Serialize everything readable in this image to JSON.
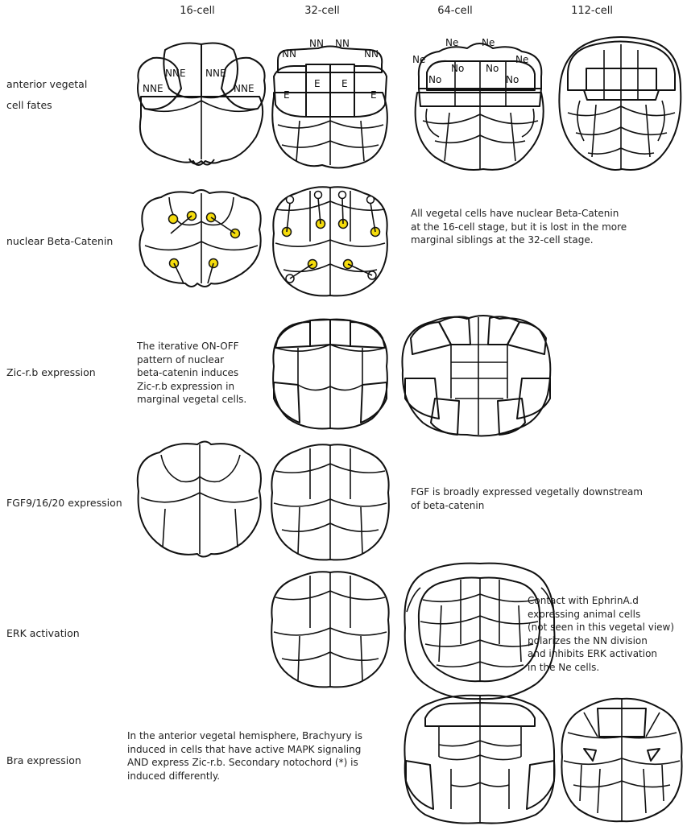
{
  "headers": [
    "16-cell",
    "32-cell",
    "64-cell",
    "112-cell"
  ],
  "rows": {
    "fates": {
      "label_l1": "anterior vegetal",
      "label_l2": "cell fates"
    },
    "bcat": {
      "label": "nuclear Beta-Catenin",
      "note": [
        "All vegetal cells have nuclear Beta-Catenin",
        "at the 16-cell stage, but it is lost in the more",
        "marginal siblings at the 32-cell stage."
      ]
    },
    "zic": {
      "label": "Zic-r.b expression",
      "note": [
        "The iterative ON-OFF",
        "pattern of nuclear",
        "beta-catenin induces",
        "Zic-r.b expression in",
        "marginal vegetal cells."
      ]
    },
    "fgf": {
      "label": "FGF9/16/20 expression",
      "note": [
        "FGF is broadly expressed vegetally downstream",
        "of beta-catenin"
      ]
    },
    "erk": {
      "label": "ERK activation",
      "note": [
        "Contact with EphrinA.d",
        "expressing animal cells",
        "(not seen in this vegetal view)",
        "polarizes the NN division",
        "and inhibits ERK activation",
        "in the Ne cells."
      ]
    },
    "bra": {
      "label": "Bra expression",
      "note": [
        "In the anterior vegetal hemisphere, Brachyury is",
        "induced in cells that have active MAPK signaling",
        "AND express Zic-r.b. Secondary notochord (*) is",
        "induced differently."
      ]
    }
  },
  "cell_labels": {
    "s16": [
      "NNE",
      "NNE",
      "NNE",
      "NNE"
    ],
    "s32_top": [
      "NN",
      "NN",
      "NN",
      "NN"
    ],
    "s32_e": [
      "E",
      "E",
      "E",
      "E"
    ],
    "s64_ne": [
      "Ne",
      "Ne",
      "Ne",
      "Ne"
    ],
    "s64_no": [
      "No",
      "No",
      "No",
      "No"
    ]
  },
  "colors": {
    "purple": "#a83aa8",
    "teal": "#7fd3d0",
    "green": "#3fbf3f",
    "violet": "#6a2ea6",
    "orange": "#f7941d",
    "pink": "#e6146e",
    "yellow": "#f5dc0c"
  }
}
